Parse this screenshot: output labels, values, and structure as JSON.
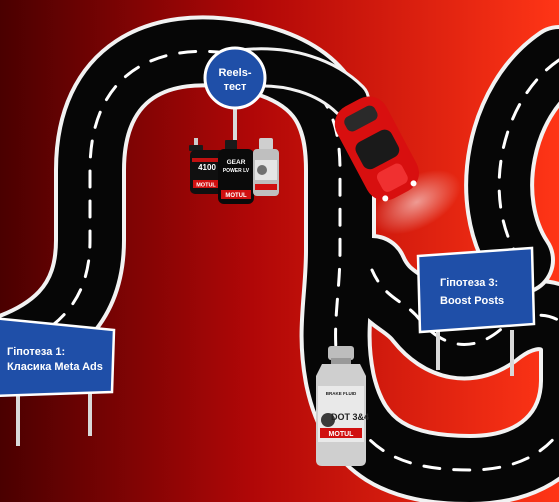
{
  "signs": {
    "reels": {
      "line1": "Reels-",
      "line2": "тест"
    },
    "hypothesis1": {
      "line1": "Гіпотеза 1:",
      "line2": "Класика Meta Ads"
    },
    "hypothesis3": {
      "line1": "Гіпотеза 3:",
      "line2": "Boost Posts"
    }
  },
  "products": {
    "bottle_1": {
      "top": "4100",
      "brand": "MOTUL"
    },
    "bottle_2": {
      "top": "GEAR",
      "sub": "POWER LV",
      "brand": "MOTUL"
    },
    "bottle_4": {
      "line1": "BRAKE FLUID",
      "line2": "DOT 3&4",
      "brand": "MOTUL"
    }
  },
  "colors": {
    "bg_left": "#5a0000",
    "bg_mid": "#b50808",
    "bg_right": "#ff2a14",
    "road": "#050505",
    "road_edge": "#f5f5f5",
    "sign_blue": "#1f4fa8",
    "sign_border": "#ffffff",
    "car_red": "#e01010"
  }
}
